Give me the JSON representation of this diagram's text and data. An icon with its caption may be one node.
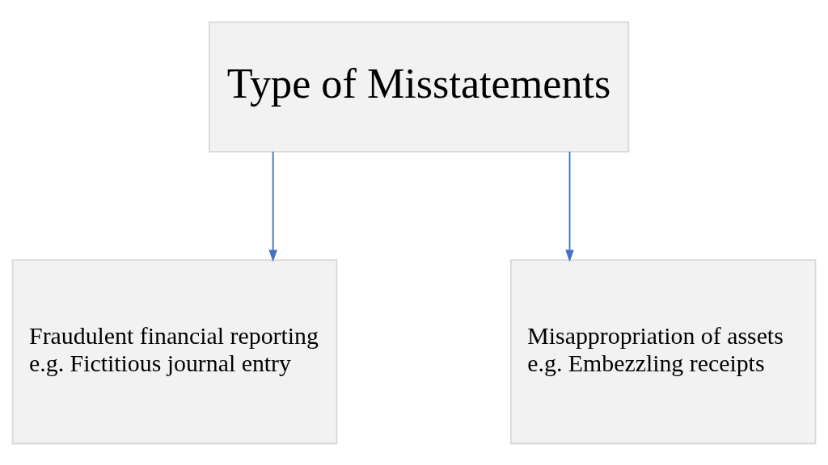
{
  "diagram": {
    "nodes": [
      {
        "text": [
          "Type of Misstatements"
        ]
      },
      {
        "text": [
          "Fraudulent financial reporting",
          "e.g. Fictitious journal entry"
        ]
      },
      {
        "text": [
          "Misappropriation of assets",
          "e.g. Embezzling receipts"
        ]
      }
    ],
    "edges": [
      {
        "from": 0,
        "to": 1,
        "arrow": "to"
      },
      {
        "from": 0,
        "to": 2,
        "arrow": "to"
      }
    ]
  }
}
